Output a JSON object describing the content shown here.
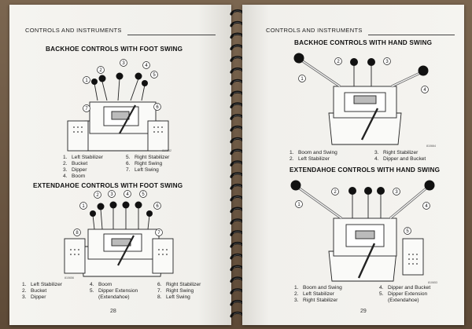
{
  "left_page": {
    "header": "CONTROLS AND INSTRUMENTS",
    "page_number": "28",
    "sections": [
      {
        "title": "BACKHOE CONTROLS WITH FOOT SWING",
        "figure_code": "810662",
        "callouts": [
          "1",
          "2",
          "3",
          "4",
          "5",
          "6",
          "7"
        ],
        "legend": [
          {
            "num": "1.",
            "label": "Left Stabilizer"
          },
          {
            "num": "2.",
            "label": "Bucket"
          },
          {
            "num": "3.",
            "label": "Dipper"
          },
          {
            "num": "4.",
            "label": "Boom"
          },
          {
            "num": "5.",
            "label": "Right Stabilizer"
          },
          {
            "num": "6.",
            "label": "Right Swing"
          },
          {
            "num": "7.",
            "label": "Left Swing"
          }
        ]
      },
      {
        "title": "EXTENDAHOE CONTROLS WITH FOOT SWING",
        "figure_code": "810656",
        "callouts": [
          "1",
          "2",
          "3",
          "4",
          "5",
          "6",
          "7",
          "8"
        ],
        "legend": [
          {
            "num": "1.",
            "label": "Left Stabilizer"
          },
          {
            "num": "2.",
            "label": "Bucket"
          },
          {
            "num": "3.",
            "label": "Dipper"
          },
          {
            "num": "4.",
            "label": "Boom"
          },
          {
            "num": "5.",
            "label": "Dipper Extension"
          },
          {
            "num": "",
            "label": "(Extendahoe)"
          },
          {
            "num": "6.",
            "label": "Right Stabilizer"
          },
          {
            "num": "7.",
            "label": "Right Swing"
          },
          {
            "num": "8.",
            "label": "Left Swing"
          }
        ]
      }
    ]
  },
  "right_page": {
    "header": "CONTROLS AND INSTRUMENTS",
    "page_number": "29",
    "sections": [
      {
        "title": "BACKHOE CONTROLS WITH HAND SWING",
        "figure_code": "810664",
        "callouts": [
          "1",
          "2",
          "3",
          "4"
        ],
        "legend": [
          {
            "num": "1.",
            "label": "Boom and Swing"
          },
          {
            "num": "2.",
            "label": "Left Stabilizer"
          },
          {
            "num": "3.",
            "label": "Right Stabilizer"
          },
          {
            "num": "4.",
            "label": "Dipper and Bucket"
          }
        ]
      },
      {
        "title": "EXTENDAHOE CONTROLS WITH HAND SWING",
        "figure_code": "810653",
        "callouts": [
          "1",
          "2",
          "3",
          "4",
          "5"
        ],
        "legend": [
          {
            "num": "1.",
            "label": "Boom and Swing"
          },
          {
            "num": "2.",
            "label": "Left Stabilizer"
          },
          {
            "num": "3.",
            "label": "Right Stabilizer"
          },
          {
            "num": "4.",
            "label": "Dipper and Bucket"
          },
          {
            "num": "5.",
            "label": "Dipper Extension"
          },
          {
            "num": "",
            "label": "(Extendahoe)"
          }
        ]
      }
    ]
  }
}
